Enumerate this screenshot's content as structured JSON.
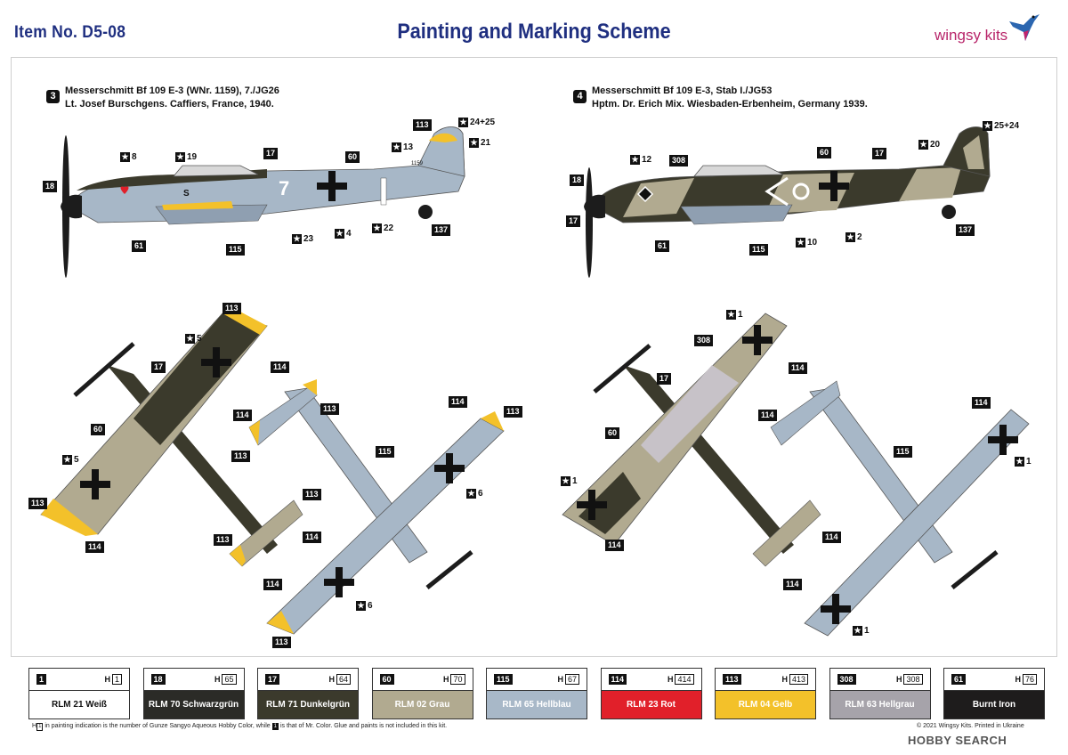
{
  "header": {
    "item_no": "Item No. D5-08",
    "title": "Painting and Marking Scheme",
    "brand": "wingsy kits"
  },
  "schemes": [
    {
      "number": "3",
      "line1": "Messerschmitt Bf 109 E-3 (WNr. 1159), 7./JG26",
      "line2": "Lt. Josef Burschgens. Caffiers, France, 1940."
    },
    {
      "number": "4",
      "line1": "Messerschmitt Bf 109 E-3, Stab I./JG53",
      "line2": "Hptm. Dr. Erich Mix. Wiesbaden-Erbenheim, Germany 1939."
    }
  ],
  "profile3": {
    "callouts": {
      "c113": "113",
      "c17": "17",
      "c60": "60",
      "c18": "18",
      "c61": "61",
      "c115": "115",
      "c137": "137",
      "code": "1159"
    },
    "stars": {
      "s8": "8",
      "s19": "19",
      "s13": "13",
      "s2425": "24+25",
      "s21": "21",
      "s23": "23",
      "s4": "4",
      "s22": "22"
    },
    "fuselage_number": "7",
    "marking_s": "S"
  },
  "profile4": {
    "callouts": {
      "c308": "308",
      "c60": "60",
      "c17": "17",
      "c18": "18",
      "c17b": "17",
      "c61": "61",
      "c115": "115",
      "c137": "137"
    },
    "stars": {
      "s12": "12",
      "s20": "20",
      "s2524": "25+24",
      "s10": "10",
      "s2": "2"
    }
  },
  "plan3": {
    "callouts": {
      "a113": "113",
      "a17": "17",
      "a60": "60",
      "a113b": "113",
      "a114": "114",
      "a114b": "114",
      "b114": "114",
      "b113": "113",
      "b113b": "113",
      "b113c": "113",
      "b114b": "114",
      "u115": "115",
      "u114": "114",
      "u113": "113",
      "u114b": "114",
      "u113b": "113"
    },
    "stars": {
      "s5a": "5",
      "s5b": "5",
      "s6a": "6",
      "s6b": "6"
    }
  },
  "plan4": {
    "callouts": {
      "a308": "308",
      "a17": "17",
      "a60": "60",
      "a114": "114",
      "a114b": "114",
      "a114c": "114",
      "a114d": "114",
      "u115": "115",
      "u114": "114",
      "u114b": "114"
    },
    "stars": {
      "s1a": "1",
      "s1b": "1",
      "s1c": "1",
      "s1d": "1"
    }
  },
  "colors": [
    {
      "code": "1",
      "h": "1",
      "name": "RLM 21 Weiß",
      "hex": "#ffffff",
      "text": "#111111"
    },
    {
      "code": "18",
      "h": "65",
      "name": "RLM 70 Schwarzgrün",
      "hex": "#2b2b27",
      "text": "#ffffff"
    },
    {
      "code": "17",
      "h": "64",
      "name": "RLM 71 Dunkelgrün",
      "hex": "#3b3a2c",
      "text": "#ffffff"
    },
    {
      "code": "60",
      "h": "70",
      "name": "RLM 02 Grau",
      "hex": "#b1aa90",
      "text": "#ffffff"
    },
    {
      "code": "115",
      "h": "67",
      "name": "RLM 65 Hellblau",
      "hex": "#a8b8c8",
      "text": "#ffffff"
    },
    {
      "code": "114",
      "h": "414",
      "name": "RLM 23 Rot",
      "hex": "#e1202a",
      "text": "#ffffff"
    },
    {
      "code": "113",
      "h": "413",
      "name": "RLM 04 Gelb",
      "hex": "#f3c12a",
      "text": "#ffffff"
    },
    {
      "code": "308",
      "h": "308",
      "name": "RLM 63 Hellgrau",
      "hex": "#a6a3aa",
      "text": "#ffffff"
    },
    {
      "code": "61",
      "h": "76",
      "name": "Burnt Iron",
      "hex": "#1e1c1c",
      "text": "#ffffff"
    }
  ],
  "footnote": {
    "h_prefix": "H",
    "h_box": "1",
    "part1": "in painting indication is the number of Gunze Sangyo Aqueous Hobby Color, while",
    "box": "1",
    "part2": "is that of Mr. Color. Glue and paints is not included in this kit."
  },
  "copyright": "© 2021 Wingsy Kits. Printed in Ukraine",
  "watermark": "HOBBY SEARCH"
}
